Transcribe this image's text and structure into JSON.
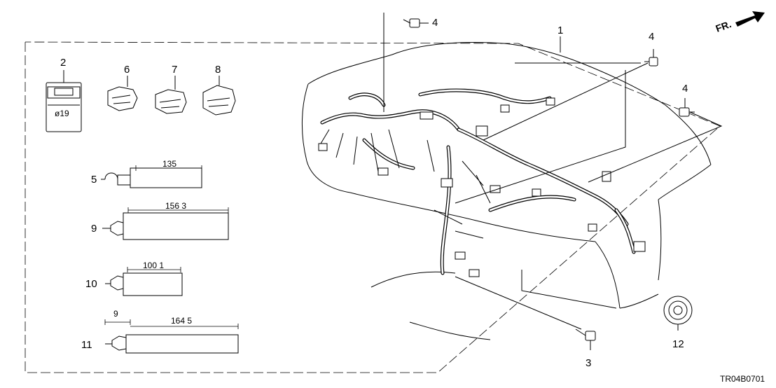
{
  "callouts": {
    "p1": "1",
    "p2": "2",
    "p3": "3",
    "p4a": "4",
    "p4b": "4",
    "p4c": "4",
    "p5": "5",
    "p6": "6",
    "p7": "7",
    "p8": "8",
    "p9": "9",
    "p10": "10",
    "p11": "11",
    "p12": "12"
  },
  "dimensions": {
    "part2": "ø19",
    "part5": "135",
    "part9": "156 3",
    "part10": "100 1",
    "part11_offset": "9",
    "part11": "164 5"
  },
  "direction_label": "FR.",
  "drawing_code": "TR04B0701"
}
